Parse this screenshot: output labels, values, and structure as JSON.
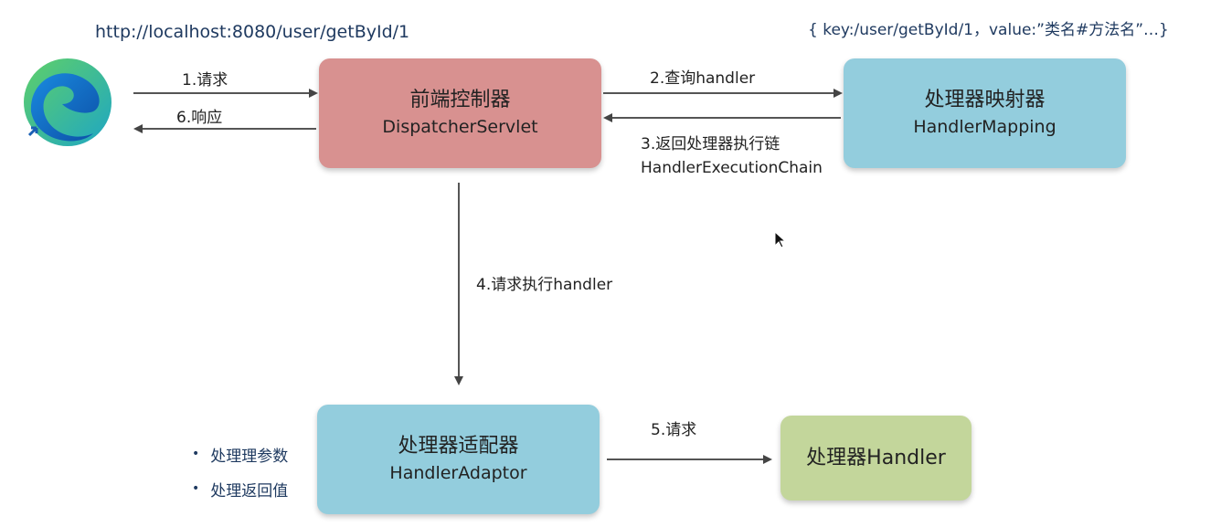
{
  "url": "http://localhost:8080/user/getById/1",
  "mapping_note": "{ key:/user/getById/1，value:”类名#方法名”…}",
  "browser": {
    "icon": "edge-browser-icon"
  },
  "nodes": {
    "dispatcher": {
      "cn": "前端控制器",
      "en": "DispatcherServlet",
      "color": "#d89190"
    },
    "mapping": {
      "cn": "处理器映射器",
      "en": "HandlerMapping",
      "color": "#93cddd"
    },
    "adaptor": {
      "cn": "处理器适配器",
      "en": "HandlerAdaptor",
      "color": "#93cddd"
    },
    "handler": {
      "label": "处理器Handler",
      "color": "#c3d69b"
    }
  },
  "edges": {
    "e1": "1.请求",
    "e2": "2.查询handler",
    "e3_line1": "3.返回处理器执行链",
    "e3_line2": "HandlerExecutionChain",
    "e4": "4.请求执行handler",
    "e5": "5.请求",
    "e6": "6.响应"
  },
  "adaptor_notes": [
    "处理理参数",
    "处理返回值"
  ]
}
